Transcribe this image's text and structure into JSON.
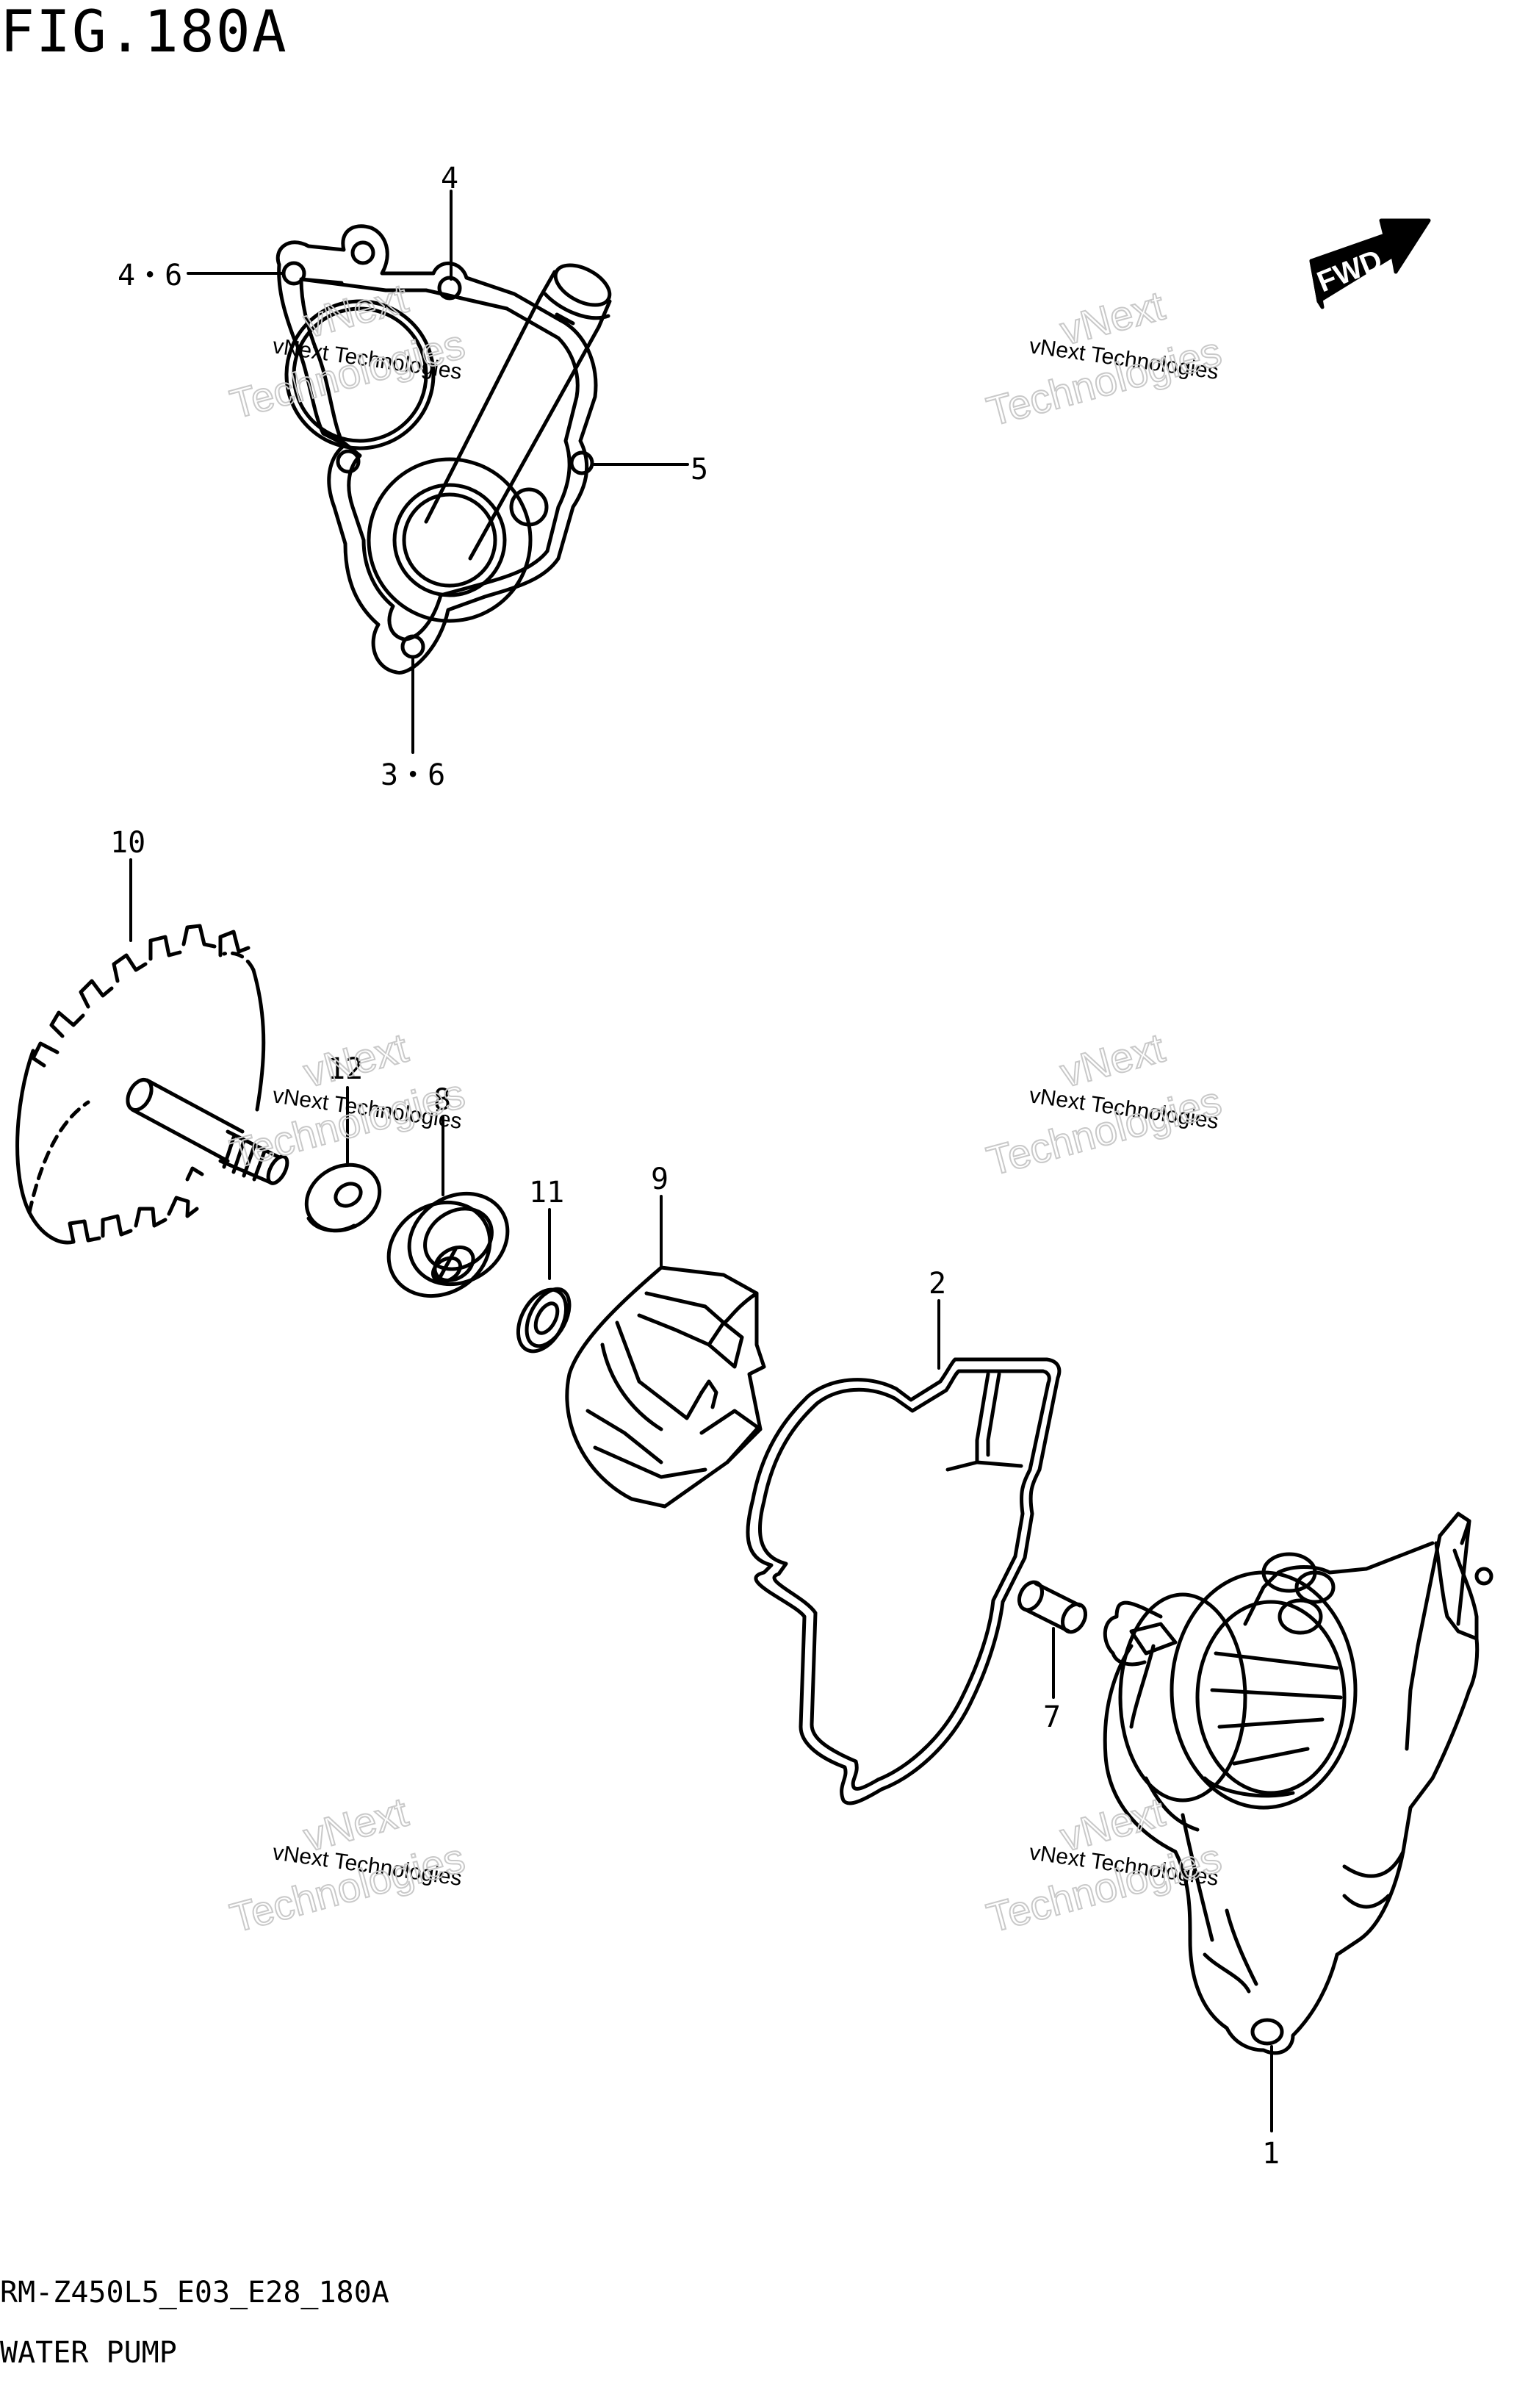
{
  "figure": {
    "title": "FIG.180A",
    "code": "RM-Z450L5_E03_E28_180A",
    "name": "WATER PUMP"
  },
  "fwd_arrow": {
    "label": "FWD"
  },
  "callouts": {
    "c1": "1",
    "c2": "2",
    "c3_6": "3・6",
    "c4": "4",
    "c4_6": "4・6",
    "c5": "5",
    "c7": "7",
    "c8": "8",
    "c9": "9",
    "c10": "10",
    "c11": "11",
    "c12": "12"
  },
  "watermark": {
    "line1": "vNext",
    "line2": "vNext Technologies",
    "line3": "Technologies"
  },
  "colors": {
    "ink": "#000000",
    "watermark": "#c9c9c9",
    "background": "#ffffff"
  }
}
